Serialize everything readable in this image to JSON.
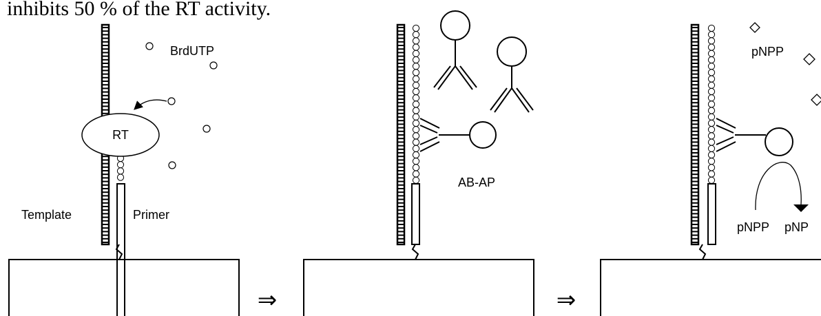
{
  "caption": "inhibits 50 % of the RT activity.",
  "panel1": {
    "nucleotide_label": "BrdUTP",
    "enzyme_label": "RT",
    "template_label": "Template",
    "primer_label": "Primer"
  },
  "panel2": {
    "conjugate_label": "AB-AP"
  },
  "panel3": {
    "substrate_label": "pNPP",
    "reaction_substrate_label": "pNPP",
    "product_label": "pNP"
  },
  "arrows": [
    "⇒",
    "⇒"
  ]
}
